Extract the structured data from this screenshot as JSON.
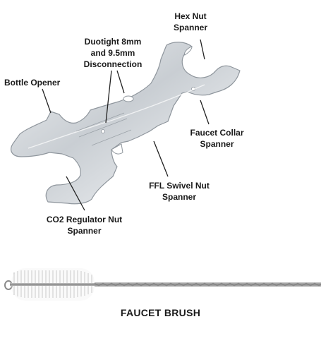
{
  "callouts": {
    "hex_nut": "Hex Nut\nSpanner",
    "duotight": "Duotight 8mm\nand 9.5mm\nDisconnection",
    "bottle_opener": "Bottle Opener",
    "faucet_collar": "Faucet Collar\nSpanner",
    "ffl_swivel": "FFL Swivel Nut\nSpanner",
    "co2_regulator": "CO2 Regulator Nut\nSpanner"
  },
  "caption": "FAUCET BRUSH",
  "icons": {
    "tool": "faucet-spanner-wrench",
    "brush": "faucet-brush"
  },
  "colors": {
    "text": "#1a1a1a",
    "leader": "#222222",
    "metal": "#d2d6da",
    "metal_edge": "#8f969d",
    "bristle": "#eeeeee",
    "wire": "#9a9a9a"
  }
}
